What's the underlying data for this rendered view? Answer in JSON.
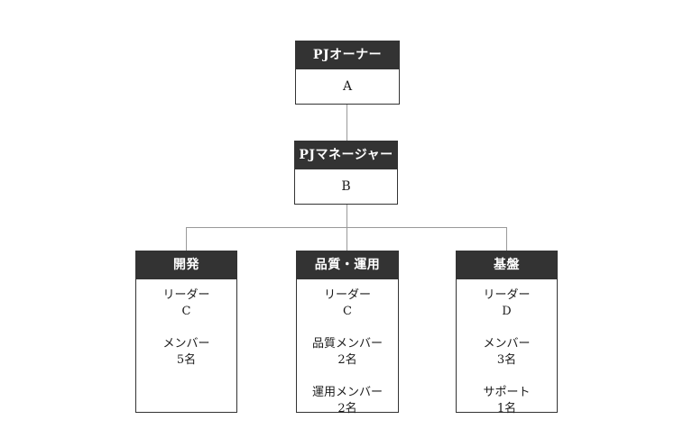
{
  "diagram": {
    "title": "project-organization-chart",
    "colors": {
      "header_bg": "#333333",
      "header_text": "#ffffff",
      "box_border": "#333333",
      "connector": "#999999",
      "body_text": "#1a1a1a",
      "background": "#ffffff"
    },
    "nodes": {
      "owner": {
        "title": "PJオーナー",
        "body": "A"
      },
      "manager": {
        "title": "PJマネージャー",
        "body": "B"
      },
      "dev": {
        "title": "開発",
        "groups": [
          {
            "label": "リーダー",
            "value": "C"
          },
          {
            "label": "メンバー",
            "value": "5名"
          }
        ]
      },
      "qa": {
        "title": "品質・運用",
        "groups": [
          {
            "label": "リーダー",
            "value": "C"
          },
          {
            "label": "品質メンバー",
            "value": "2名"
          },
          {
            "label": "運用メンバー",
            "value": "2名"
          }
        ]
      },
      "infra": {
        "title": "基盤",
        "groups": [
          {
            "label": "リーダー",
            "value": "D"
          },
          {
            "label": "メンバー",
            "value": "3名"
          },
          {
            "label": "サポート",
            "value": "1名"
          }
        ]
      }
    },
    "edges": [
      "owner->manager",
      "manager->dev",
      "manager->qa",
      "manager->infra"
    ]
  }
}
